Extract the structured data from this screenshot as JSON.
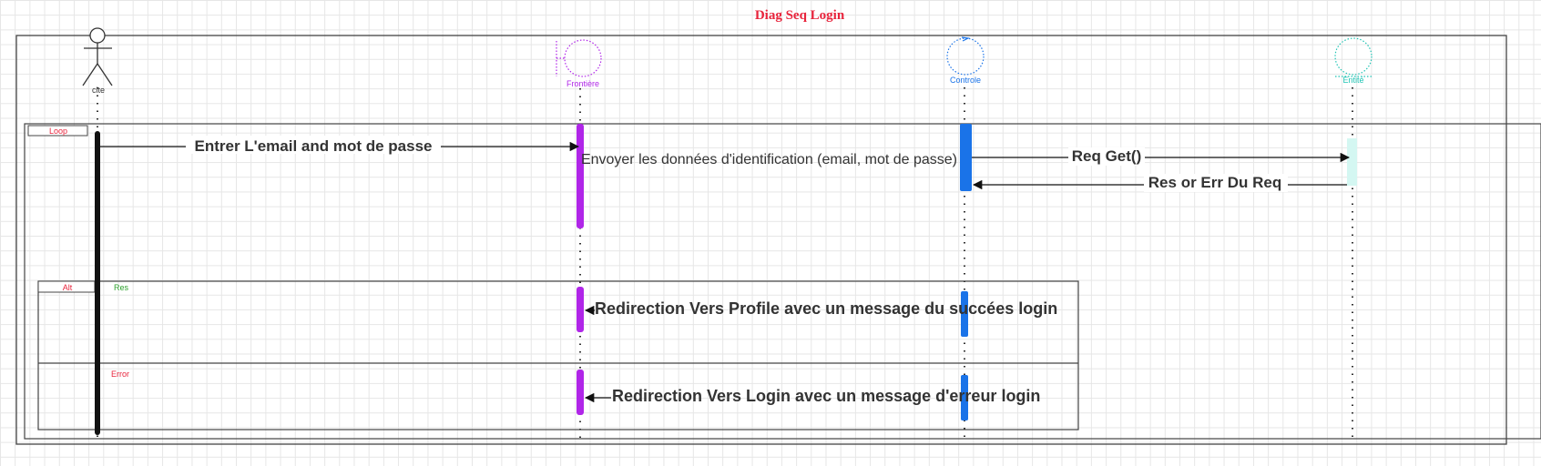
{
  "diagram": {
    "title": "Diag Seq  Login",
    "participants": [
      {
        "id": "client",
        "label": "cite",
        "kind": "actor",
        "color": "#333333"
      },
      {
        "id": "frontiere",
        "label": "Frontière",
        "kind": "boundary",
        "color": "#b026e8"
      },
      {
        "id": "controle",
        "label": "Controle",
        "kind": "control",
        "color": "#1a73e8"
      },
      {
        "id": "entite",
        "label": "Entité",
        "kind": "entity",
        "color": "#1fc4b4"
      }
    ],
    "fragments": {
      "loop": {
        "label": "Loop"
      },
      "alt": {
        "label": "Alt"
      },
      "cond_res": "Res",
      "cond_error": "Error"
    },
    "messages": {
      "m1": "Entrer L'email and mot de passe",
      "m2": "Envoyer les données d'identification (email, mot de passe)",
      "m3": "Req Get()",
      "m4": "Res or Err Du Req",
      "m5": "Redirection Vers Profile avec un message du succées login",
      "m6": "Redirection Vers Login avec un message d'erreur login"
    },
    "colors": {
      "title": "#e8243c",
      "fragment_label": "#e8243c",
      "cond_res": "#2ea12e",
      "cond_error": "#e8243c",
      "message_text": "#333333",
      "boundary": "#b026e8",
      "control": "#1a73e8",
      "entity": "#1fc4b4",
      "entity_activation": "#d4f7f2",
      "client_activation": "#111111"
    }
  }
}
